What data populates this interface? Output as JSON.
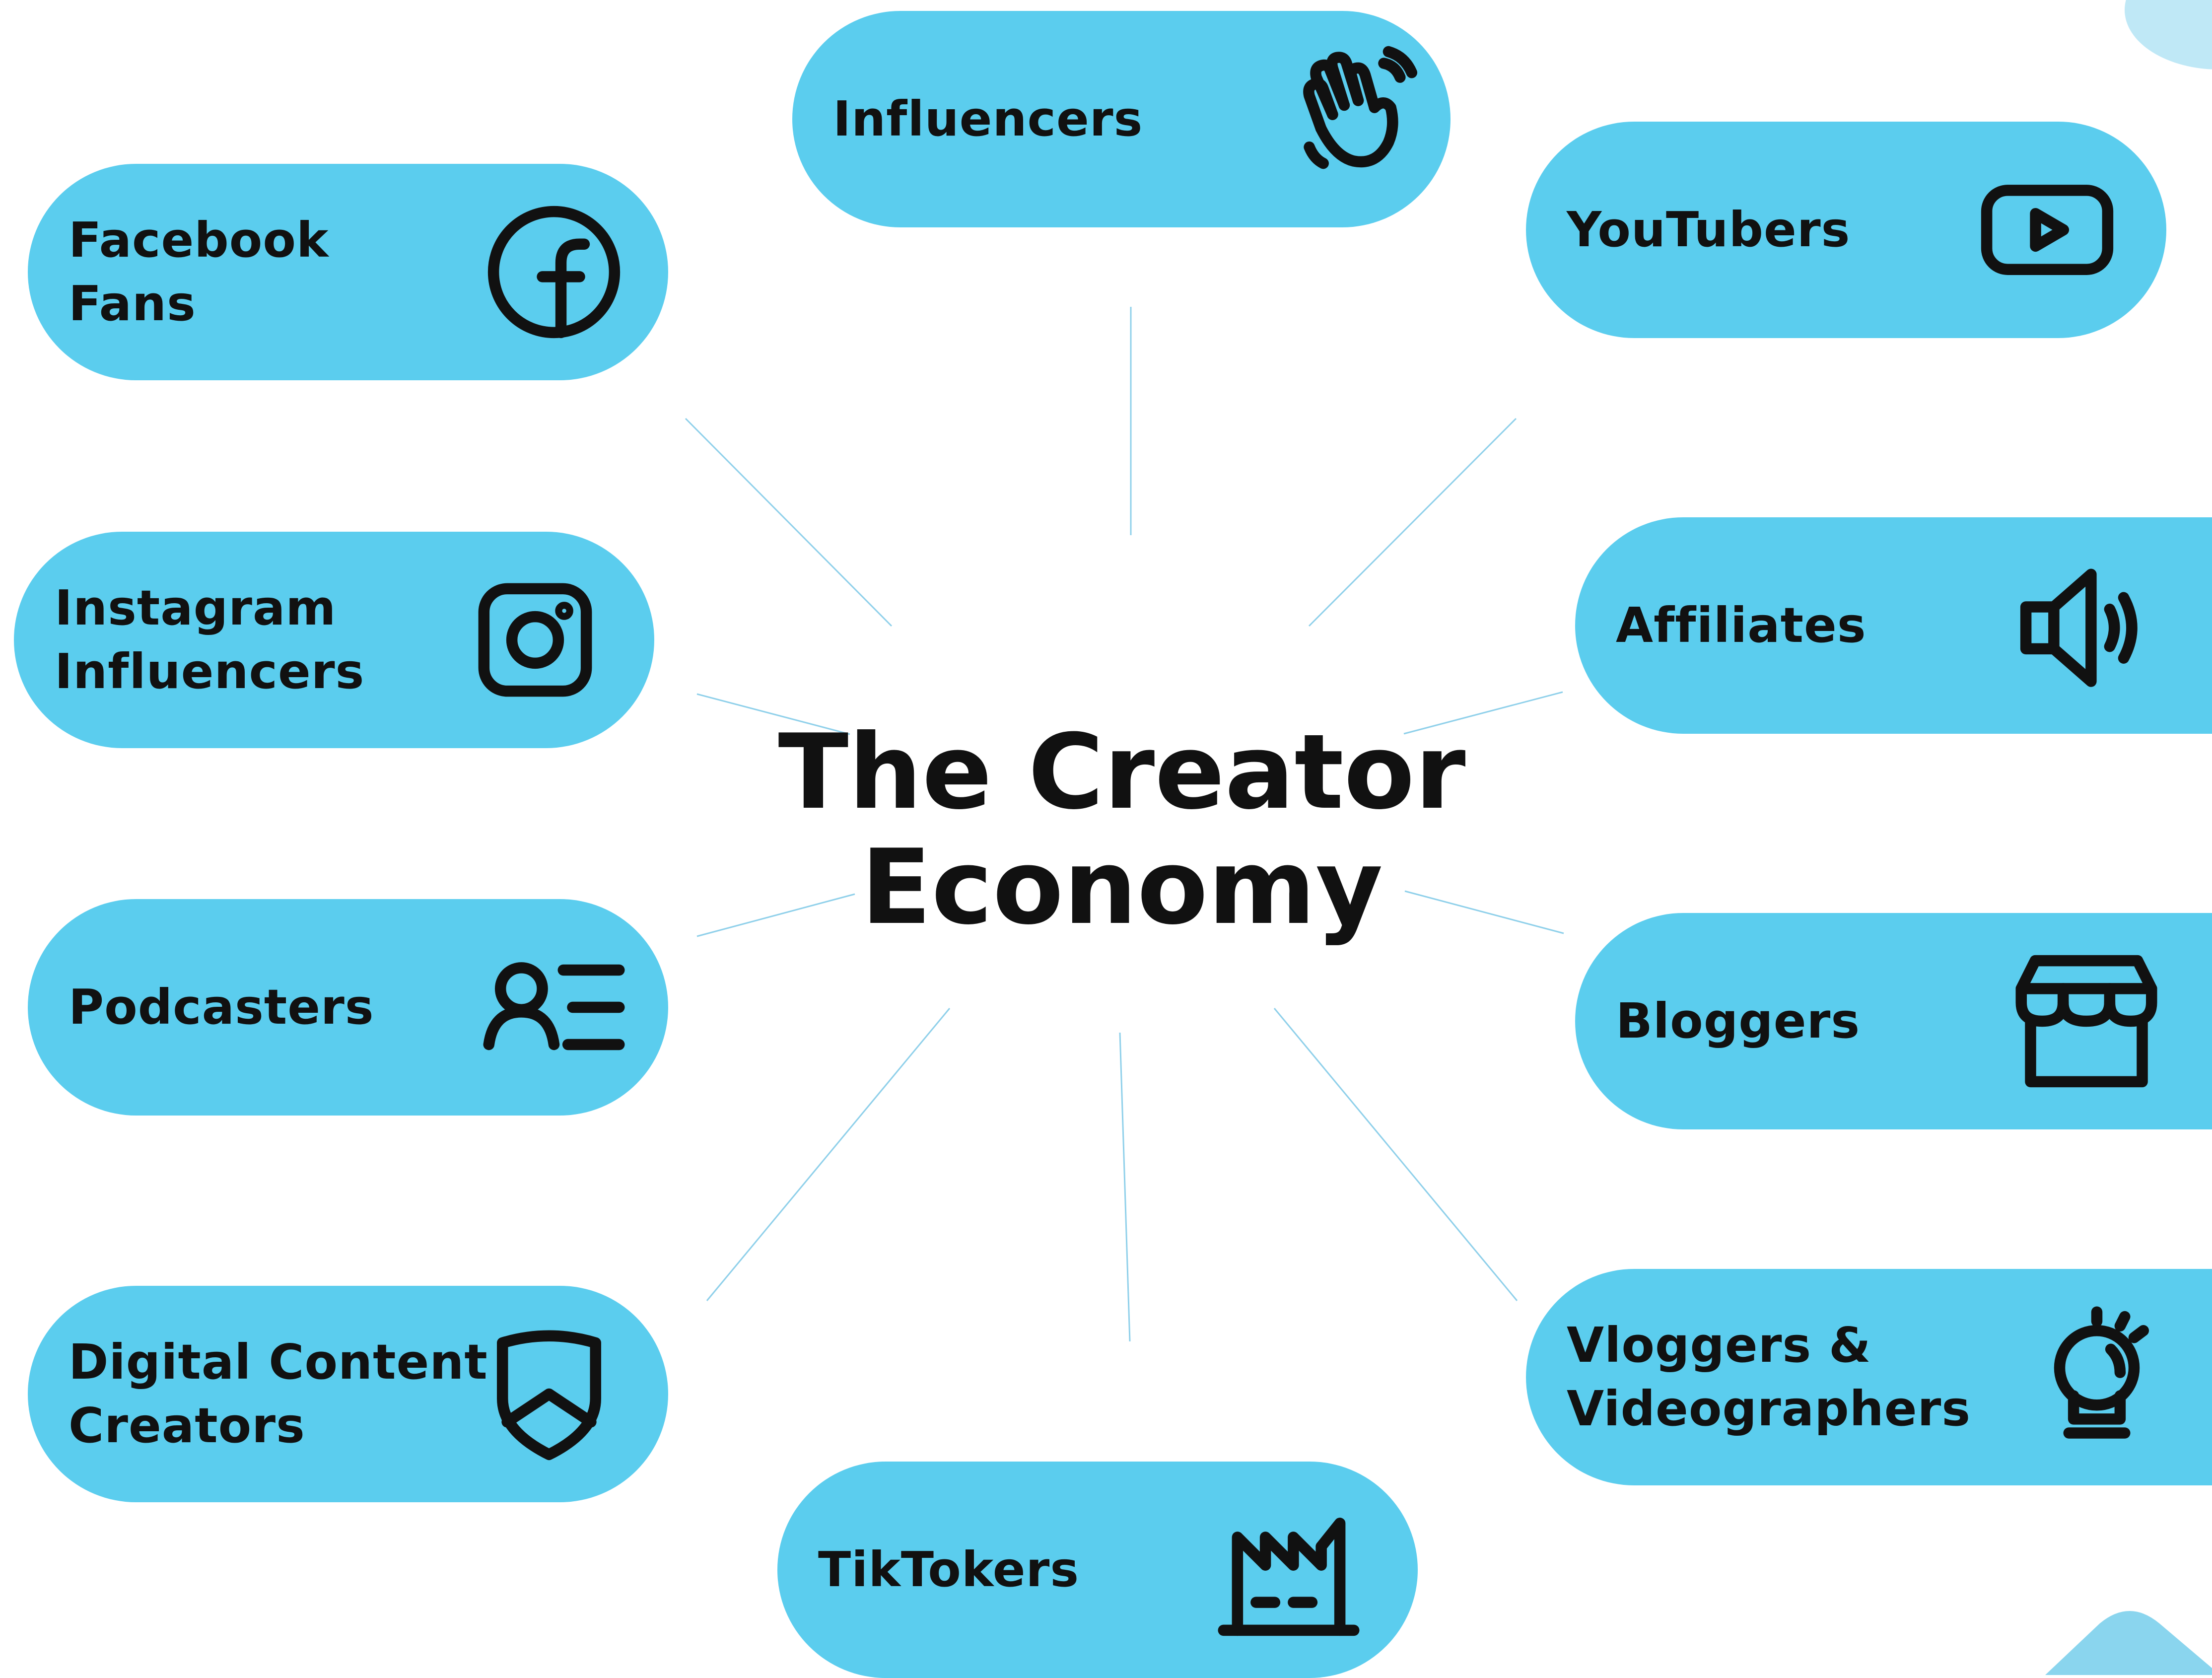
{
  "title": {
    "line1": "The Creator",
    "line2": "Economy"
  },
  "nodes": {
    "influencers": {
      "label": "Influencers",
      "icon": "waving-hand-icon"
    },
    "youtubers": {
      "label": "YouTubers",
      "icon": "play-button-icon"
    },
    "facebook": {
      "line1": "Facebook",
      "line2": "Fans",
      "icon": "facebook-icon"
    },
    "instagram": {
      "line1": "Instagram",
      "line2": "Influencers",
      "icon": "instagram-icon"
    },
    "affiliates": {
      "label": "Affiliates",
      "icon": "speaker-icon"
    },
    "podcasters": {
      "label": "Podcasters",
      "icon": "user-list-icon"
    },
    "bloggers": {
      "label": "Bloggers",
      "icon": "storefront-icon"
    },
    "digital": {
      "line1": "Digital Content",
      "line2": "Creators",
      "icon": "shield-icon"
    },
    "vloggers": {
      "line1": "Vloggers &",
      "line2": "Videographers",
      "icon": "lightbulb-icon"
    },
    "tiktokers": {
      "label": "TikTokers",
      "icon": "factory-icon"
    }
  },
  "colors": {
    "pill": "#5bcdee",
    "connector": "#8fd0ea",
    "text": "#111111",
    "background": "#ffffff"
  }
}
